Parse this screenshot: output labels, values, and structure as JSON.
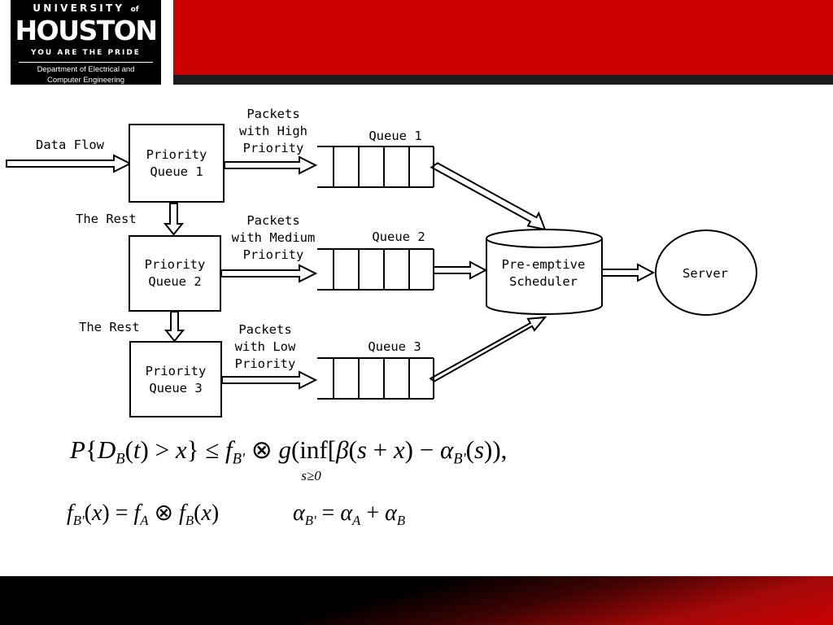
{
  "header": {
    "university": "UNIVERSITY",
    "of": "of",
    "name": "HOUSTON",
    "tagline": "YOU ARE THE PRIDE",
    "department_line1": "Department of Electrical and",
    "department_line2": "Computer Engineering"
  },
  "colors": {
    "brand_red": "#cc0000",
    "black": "#000000",
    "white": "#ffffff"
  },
  "diagram": {
    "data_flow": "Data Flow",
    "pq1": [
      "Priority",
      "Queue 1"
    ],
    "pq2": [
      "Priority",
      "Queue 2"
    ],
    "pq3": [
      "Priority",
      "Queue 3"
    ],
    "rest1": "The Rest",
    "rest2": "The Rest",
    "high": [
      "Packets",
      "with High",
      "Priority"
    ],
    "medium": [
      "Packets",
      "with Medium",
      "Priority"
    ],
    "low": [
      "Packets",
      "with Low",
      "Priority"
    ],
    "queue1": "Queue 1",
    "queue2": "Queue 2",
    "queue3": "Queue 3",
    "scheduler": [
      "Pre-emptive",
      "Scheduler"
    ],
    "server": "Server"
  },
  "formulas": {
    "f1": {
      "p": "P",
      "lb": "{",
      "d": "D",
      "d_sub": "B",
      "lp": "(",
      "t": "t",
      "rp_gt": ") >",
      "x": "x",
      "rb_le": "} ≤",
      "f": "f",
      "f_sub": "B'",
      "otimes_g": "⊗",
      "g": "g",
      "paren_inf": "(",
      "inf": "inf",
      "inf_sub": "s≥0",
      "bracket": "[",
      "beta": "β",
      "sx_open": "(",
      "s": "s",
      "plus": "+",
      "x2": "x",
      "sx_close": ") −",
      "alpha": "α",
      "alpha_sub": "B'",
      "s_open": "(",
      "s2": "s",
      "end": ")),"
    },
    "f2": {
      "f": "f",
      "f_sub": "B'",
      "lhs_arg": "(",
      "x": "x",
      "eq": ") =",
      "fa": "f",
      "fa_sub": "A",
      "otimes": "⊗",
      "fb": "f",
      "fb_sub": "B",
      "rhs_arg": "(",
      "x2": "x",
      "close": ")"
    },
    "f3": {
      "alpha": "α",
      "alpha_sub": "B'",
      "eq": "=",
      "aa": "α",
      "aa_sub": "A",
      "plus": "+",
      "ab": "α",
      "ab_sub": "B"
    }
  }
}
